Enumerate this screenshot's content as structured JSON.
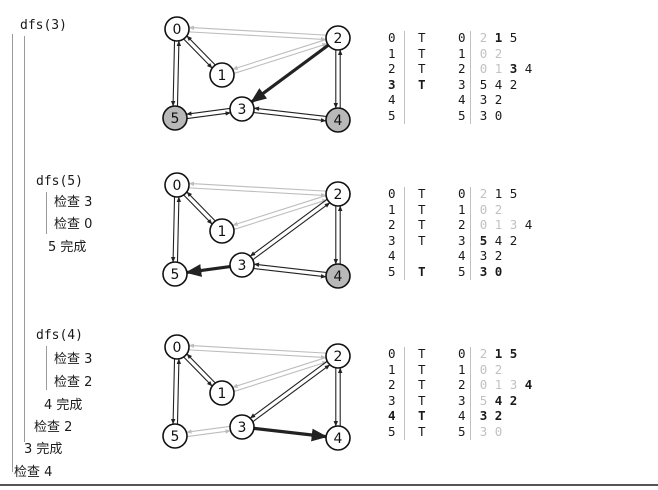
{
  "panels": [
    {
      "call_label": "dfs(3)",
      "trace": [],
      "marked_col": [
        "T",
        "T",
        "T",
        "T",
        "",
        ""
      ],
      "adj": [
        [
          "0",
          [
            {
              "v": "2",
              "s": "g"
            },
            {
              "v": "1",
              "s": "b"
            },
            {
              "v": "5",
              "s": "n"
            }
          ]
        ],
        [
          "1",
          [
            {
              "v": "0",
              "s": "g"
            },
            {
              "v": "2",
              "s": "g"
            }
          ]
        ],
        [
          "2",
          [
            {
              "v": "0",
              "s": "g"
            },
            {
              "v": "1",
              "s": "g"
            },
            {
              "v": "3",
              "s": "b"
            },
            {
              "v": "4",
              "s": "n"
            }
          ]
        ],
        [
          "3",
          [
            {
              "v": "5",
              "s": "n"
            },
            {
              "v": "4",
              "s": "n"
            },
            {
              "v": "2",
              "s": "n"
            }
          ]
        ],
        [
          "4",
          [
            {
              "v": "3",
              "s": "n"
            },
            {
              "v": "2",
              "s": "n"
            }
          ]
        ],
        [
          "5",
          [
            {
              "v": "3",
              "s": "n"
            },
            {
              "v": "0",
              "s": "n"
            }
          ]
        ]
      ],
      "bold_rows": [
        3
      ],
      "bold_marks": [
        3
      ]
    },
    {
      "call_label": "dfs(5)",
      "trace": [
        "检查 3",
        "检查 0",
        "5 完成"
      ],
      "marked_col": [
        "T",
        "T",
        "T",
        "T",
        "",
        "T"
      ],
      "adj": [
        [
          "0",
          [
            {
              "v": "2",
              "s": "g"
            },
            {
              "v": "1",
              "s": "n"
            },
            {
              "v": "5",
              "s": "n"
            }
          ]
        ],
        [
          "1",
          [
            {
              "v": "0",
              "s": "g"
            },
            {
              "v": "2",
              "s": "g"
            }
          ]
        ],
        [
          "2",
          [
            {
              "v": "0",
              "s": "g"
            },
            {
              "v": "1",
              "s": "g"
            },
            {
              "v": "3",
              "s": "g"
            },
            {
              "v": "4",
              "s": "n"
            }
          ]
        ],
        [
          "3",
          [
            {
              "v": "5",
              "s": "b"
            },
            {
              "v": "4",
              "s": "n"
            },
            {
              "v": "2",
              "s": "n"
            }
          ]
        ],
        [
          "4",
          [
            {
              "v": "3",
              "s": "n"
            },
            {
              "v": "2",
              "s": "n"
            }
          ]
        ],
        [
          "5",
          [
            {
              "v": "3",
              "s": "b"
            },
            {
              "v": "0",
              "s": "b"
            }
          ]
        ]
      ],
      "bold_rows": [],
      "bold_marks": [
        5
      ]
    },
    {
      "call_label": "dfs(4)",
      "trace": [
        "检查 3",
        "检查 2",
        "4 完成",
        "检查 2",
        "3 完成",
        "检查 4"
      ],
      "marked_col": [
        "T",
        "T",
        "T",
        "T",
        "T",
        "T"
      ],
      "adj": [
        [
          "0",
          [
            {
              "v": "2",
              "s": "g"
            },
            {
              "v": "1",
              "s": "b"
            },
            {
              "v": "5",
              "s": "b"
            }
          ]
        ],
        [
          "1",
          [
            {
              "v": "0",
              "s": "g"
            },
            {
              "v": "2",
              "s": "g"
            }
          ]
        ],
        [
          "2",
          [
            {
              "v": "0",
              "s": "g"
            },
            {
              "v": "1",
              "s": "g"
            },
            {
              "v": "3",
              "s": "g"
            },
            {
              "v": "4",
              "s": "b"
            }
          ]
        ],
        [
          "3",
          [
            {
              "v": "5",
              "s": "g"
            },
            {
              "v": "4",
              "s": "b"
            },
            {
              "v": "2",
              "s": "b"
            }
          ]
        ],
        [
          "4",
          [
            {
              "v": "3",
              "s": "b"
            },
            {
              "v": "2",
              "s": "b"
            }
          ]
        ],
        [
          "5",
          [
            {
              "v": "3",
              "s": "g"
            },
            {
              "v": "0",
              "s": "g"
            }
          ]
        ]
      ],
      "bold_rows": [
        4
      ],
      "bold_marks": [
        4
      ]
    }
  ],
  "graph": {
    "vertex_labels": [
      "0",
      "1",
      "2",
      "3",
      "4",
      "5"
    ],
    "colors": {
      "gray_fill": "#b8b8b8",
      "edge_gray": "#bdbdbd",
      "edge_dark": "#222222"
    },
    "panel_graphs": [
      {
        "gray_vertices": [
          "5",
          "4"
        ],
        "dark_edges": [
          [
            "0",
            "5"
          ],
          [
            "5",
            "3"
          ],
          [
            "3",
            "4"
          ],
          [
            "4",
            "2"
          ],
          [
            "0",
            "1"
          ]
        ],
        "thick_edge": [
          "2",
          "3"
        ]
      },
      {
        "gray_vertices": [
          "4"
        ],
        "dark_edges": [
          [
            "0",
            "5"
          ],
          [
            "0",
            "1"
          ],
          [
            "2",
            "4"
          ],
          [
            "3",
            "4"
          ],
          [
            "2",
            "3"
          ]
        ],
        "thick_edge": [
          "3",
          "5"
        ]
      },
      {
        "gray_vertices": [],
        "dark_edges": [
          [
            "0",
            "5"
          ],
          [
            "0",
            "1"
          ],
          [
            "2",
            "4"
          ],
          [
            "2",
            "3"
          ]
        ],
        "thick_edge": [
          "3",
          "4"
        ]
      }
    ]
  }
}
